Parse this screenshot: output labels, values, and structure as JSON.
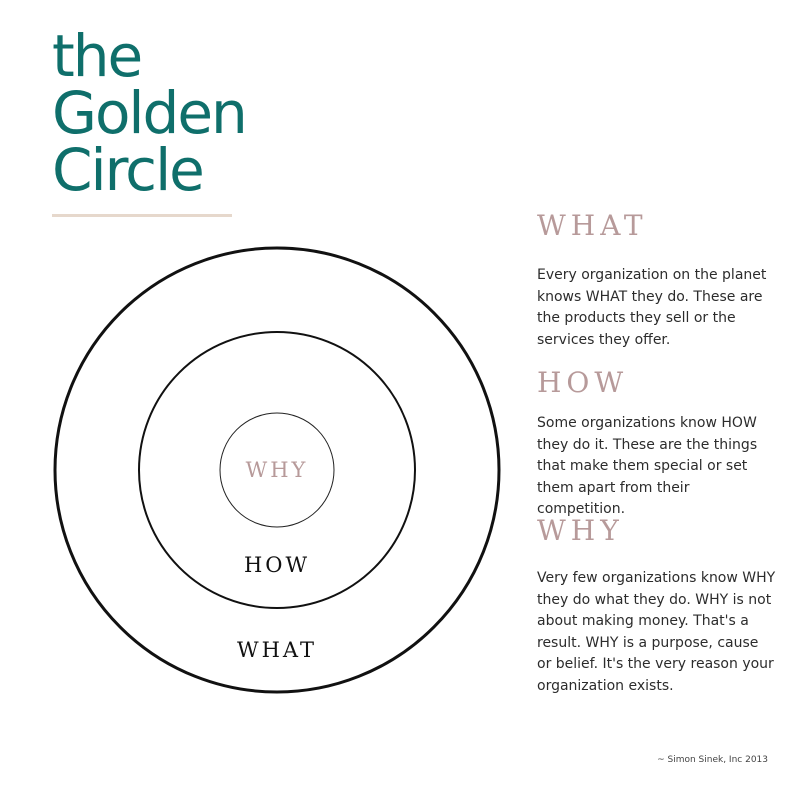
{
  "title": {
    "line1": "the",
    "line2": "Golden",
    "line3": "Circle"
  },
  "colors": {
    "title": "#0f6f6b",
    "accent": "#b79a9a",
    "rule": "#e6d8cc",
    "ring": "#111111"
  },
  "diagram": {
    "why": "WHY",
    "how": "HOW",
    "what": "WHAT"
  },
  "sections": [
    {
      "heading": "WHAT",
      "text": "Every organization on the planet knows WHAT they do. These are the products they sell or the services they offer."
    },
    {
      "heading": "HOW",
      "text": "Some organizations know HOW they do it. These are the things that make them special or set them apart from their competition."
    },
    {
      "heading": "WHY",
      "text": "Very few organizations know WHY they do what they do. WHY is not about making money. That's a result. WHY is a purpose, cause or belief. It's the very reason your organization exists."
    }
  ],
  "credit": "~ Simon Sinek, Inc 2013"
}
